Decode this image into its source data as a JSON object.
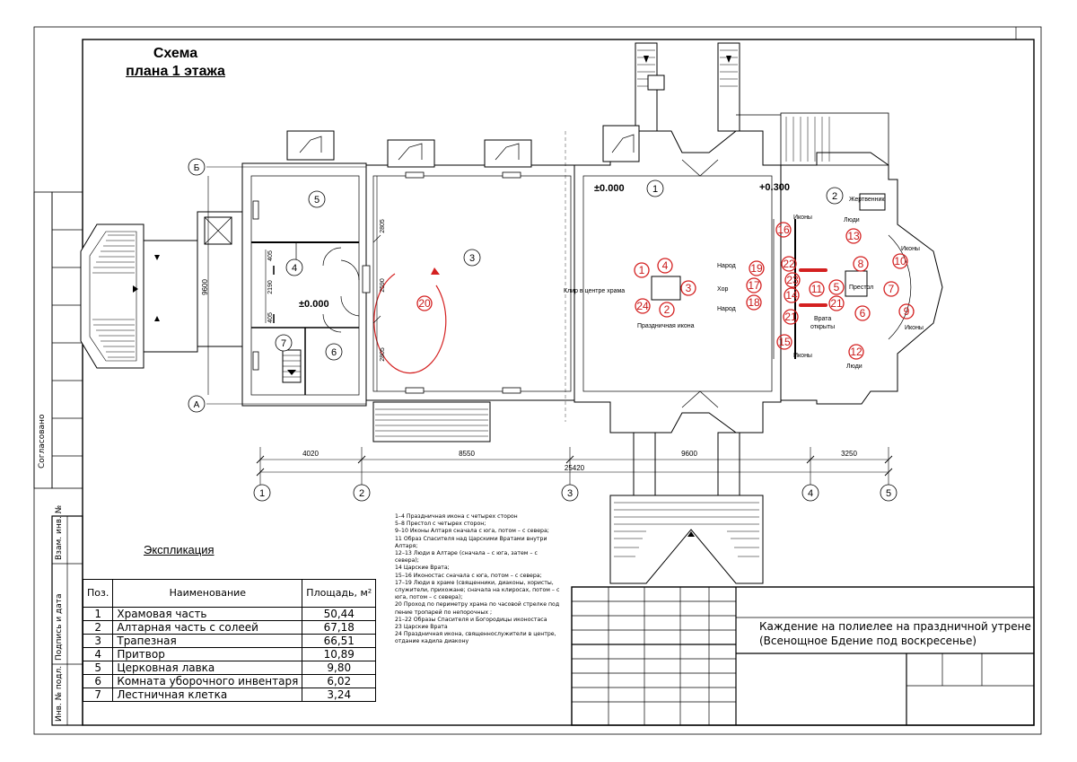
{
  "title": {
    "line1": "Схема",
    "line2": "плана 1 этажа"
  },
  "axes": {
    "rows": [
      "Б",
      "А"
    ],
    "cols": [
      "1",
      "2",
      "3",
      "4",
      "5"
    ],
    "col_dims": [
      "4020",
      "8550",
      "9600",
      "3250"
    ],
    "total_dim": "25420",
    "row_dims": [
      "9600",
      "2190",
      "405",
      "405",
      "2805",
      "2590",
      "2805"
    ]
  },
  "levels": {
    "main": "±0.000",
    "refectory": "±0.000",
    "altar": "+0.300"
  },
  "rooms": [
    "1",
    "2",
    "3",
    "4",
    "5",
    "6",
    "7"
  ],
  "plan_labels": {
    "kliros": "Клир в центре храма",
    "holiday_icon": "Праздничная икона",
    "people": "Народ",
    "choir": "Хор",
    "icons": "Иконы",
    "altar_people": "Люди",
    "throne": "Престол",
    "gates_open_1": "Врата",
    "gates_open_2": "открыты",
    "zhertvennik": "Жертвенник"
  },
  "markers": [
    "1",
    "2",
    "3",
    "4",
    "5",
    "6",
    "7",
    "8",
    "9",
    "10",
    "11",
    "12",
    "13",
    "14",
    "15",
    "16",
    "17",
    "18",
    "19",
    "20",
    "21",
    "21",
    "22",
    "23",
    "24"
  ],
  "notes": [
    "1–4 Праздничная икона с четырех сторон",
    "5–8 Престол с четырех сторон;",
    "9–10 Иконы Алтаря сначала с юга, потом – с севера;",
    "11 Образ Спасителя над Царскими Вратами внутри Алтаря;",
    "12–13 Люди в Алтаре (сначала – с юга, затем – с севера);",
    "14 Царские Врата;",
    "15–16 Иконостас сначала с юга, потом – с севера;",
    "17–19 Люди в храме (священники, диаконы, хористы, служители, прихожане; сначала на клиросах, потом – с юга, потом – с севера);",
    "20 Проход по периметру храма по часовой стрелке под пение тропарей по непорочных ;",
    "21–22 Образы Спасителя и Богородицы иконостаса",
    "23 Царские Врата",
    "24 Праздничная икона, священнослужители в центре, отдание кадила диакону"
  ],
  "explication": {
    "title": "Экспликация",
    "headers": {
      "pos": "Поз.",
      "name": "Наименование",
      "area": "Площадь, м²"
    },
    "rows": [
      {
        "pos": "1",
        "name": "Храмовая часть",
        "area": "50,44"
      },
      {
        "pos": "2",
        "name": "Алтарная часть с солеей",
        "area": "67,18"
      },
      {
        "pos": "3",
        "name": "Трапезная",
        "area": "66,51"
      },
      {
        "pos": "4",
        "name": "Притвор",
        "area": "10,89"
      },
      {
        "pos": "5",
        "name": "Церковная лавка",
        "area": "9,80"
      },
      {
        "pos": "6",
        "name": "Комната уборочного инвентаря",
        "area": "6,02"
      },
      {
        "pos": "7",
        "name": "Лестничная клетка",
        "area": "3,24"
      }
    ]
  },
  "stamp": {
    "line1": "Каждение на полиелее на праздничной утрене",
    "line2": "(Всенощное Бдение под воскресенье)"
  },
  "side": {
    "agreed": "Согласовано",
    "inv_sub": "Взам. инв. №",
    "sign": "Подпись и дата",
    "inv_orig": "Инв. № подл."
  },
  "colors": {
    "marker": "#d42020",
    "line": "#000000"
  }
}
